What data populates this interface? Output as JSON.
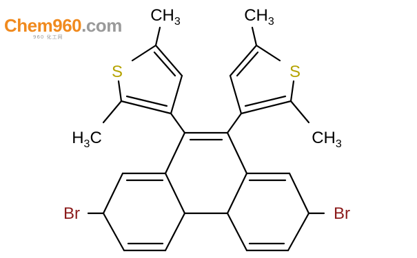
{
  "watermark": {
    "brand": "hem960",
    "domain": ".com",
    "subtitle": "960 化工网"
  },
  "molecule": {
    "atoms": {
      "S_left": "S",
      "S_right": "S",
      "Br_left": "Br",
      "Br_right": "Br",
      "CH3_top_left": "CH3",
      "CH3_top_right": "CH3",
      "H3C_mid_left": "H3C",
      "CH3_mid_right": "CH3"
    },
    "colors": {
      "bond": "#000000",
      "sulfur": "#b5a300",
      "bromine": "#8b1a1a",
      "label": "#000000"
    }
  }
}
